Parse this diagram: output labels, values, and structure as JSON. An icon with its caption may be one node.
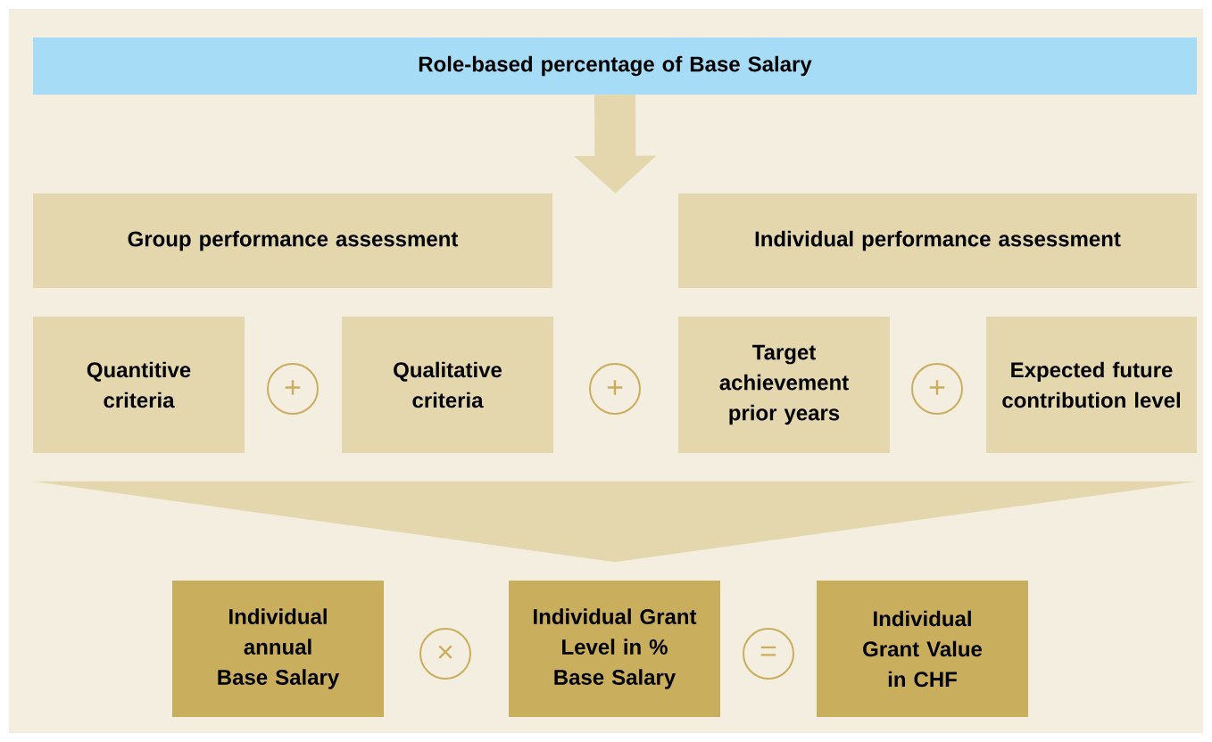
{
  "diagram": {
    "nodes": [
      {
        "text": [
          "Role-based percentage of Base Salary"
        ]
      },
      {
        "text": [
          "Group performance assessment"
        ]
      },
      {
        "text": [
          "Individual performance assessment"
        ]
      },
      {
        "text": [
          "Quantitive criteria"
        ]
      },
      {
        "text": [
          "+"
        ]
      },
      {
        "text": [
          "Qualitative criteria"
        ]
      },
      {
        "text": [
          "+"
        ]
      },
      {
        "text": [
          "Target achievement prior years"
        ]
      },
      {
        "text": [
          "+"
        ]
      },
      {
        "text": [
          "Expected future contribution level"
        ]
      },
      {
        "text": [],
        "shape": "triangle"
      },
      {
        "text": [
          "Individual annual Base Salary"
        ]
      },
      {
        "text": [
          "×"
        ]
      },
      {
        "text": [
          "Individual Grant Level in % Base Salary"
        ]
      },
      {
        "text": [
          "="
        ]
      },
      {
        "text": [
          "Individual Grant Value in CHF"
        ]
      }
    ],
    "edges": [
      {
        "from": 0,
        "to": 1,
        "arrow": "to"
      },
      {
        "from": 0,
        "to": 2,
        "arrow": "to"
      }
    ]
  }
}
